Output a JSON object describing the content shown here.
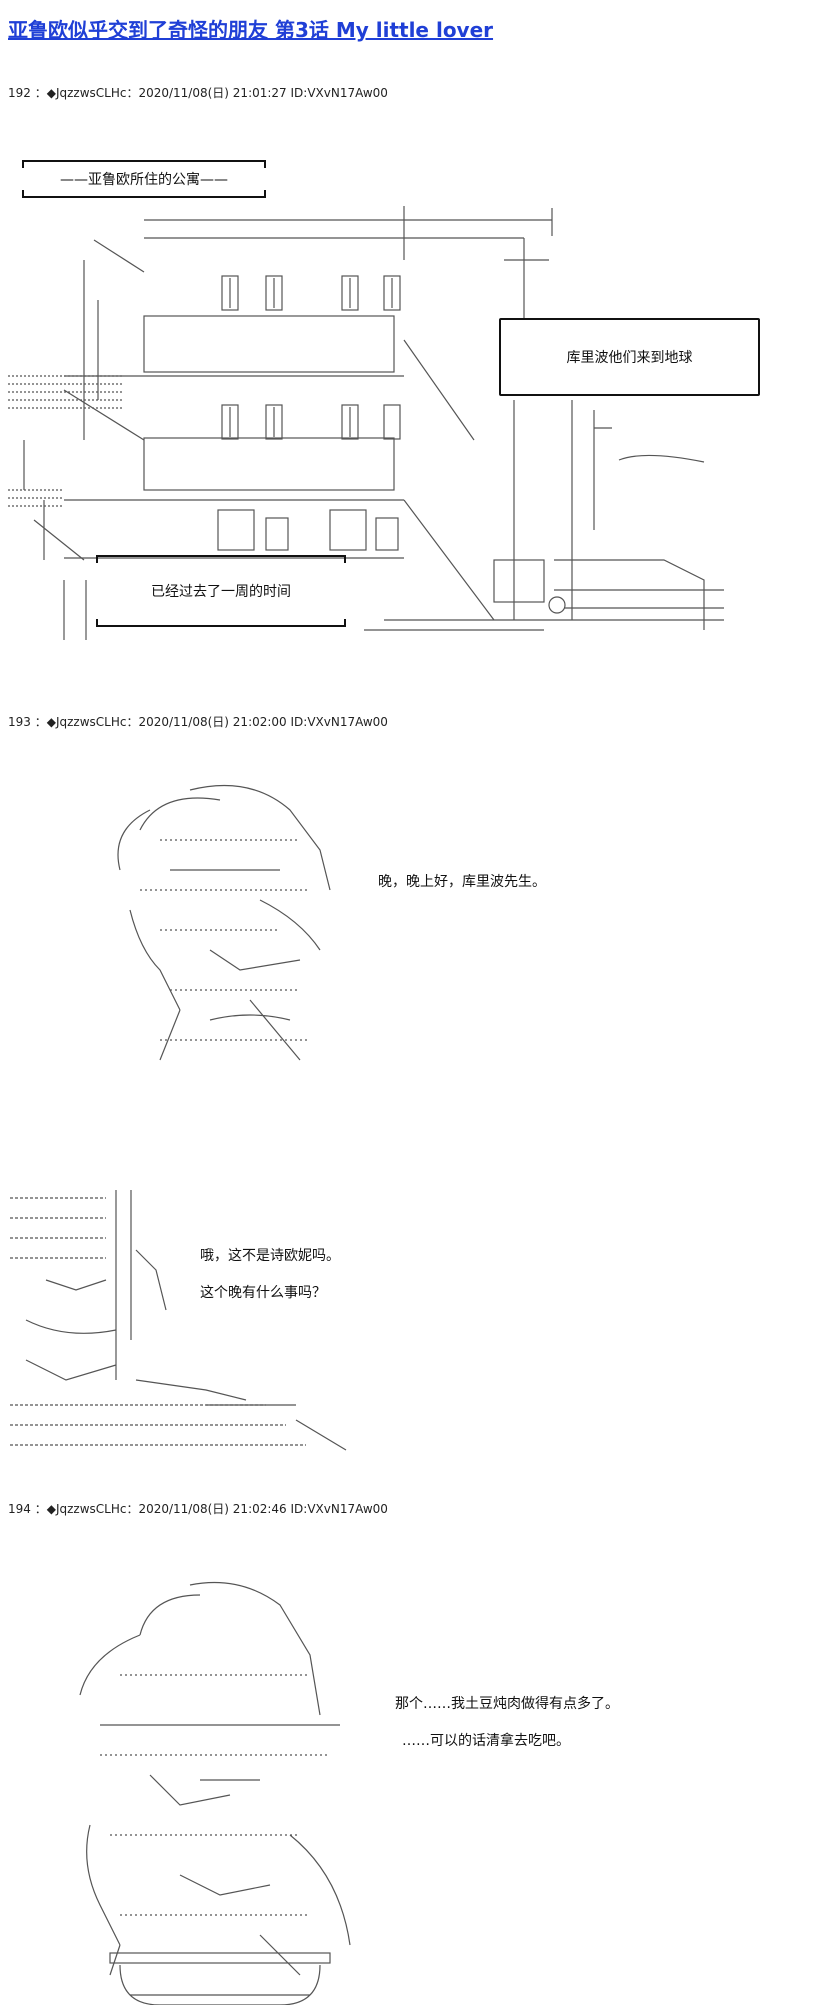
{
  "page_title": "亚鲁欧似乎交到了奇怪的朋友 第3话 My little lover",
  "posts": [
    {
      "header": "192 ：◆JqzzwsCLHc：2020/11/08(日) 21:01:27 ID:VXvN17Aw00",
      "location_caption": "——亚鲁欧所住的公寓——",
      "narration_1": "库里波他们来到地球",
      "narration_2": "已经过去了一周的时间"
    },
    {
      "header": "193 ：◆JqzzwsCLHc：2020/11/08(日) 21:02:00 ID:VXvN17Aw00",
      "line_1": "晚，晚上好，库里波先生。",
      "line_2": "哦，这不是诗欧妮吗。",
      "line_3": "这个晚有什么事吗？"
    },
    {
      "header": "194 ：◆JqzzwsCLHc：2020/11/08(日) 21:02:46 ID:VXvN17Aw00",
      "line_1": "那个……我土豆炖肉做得有点多了。",
      "line_2": "……可以的话清拿去吃吧。"
    }
  ],
  "colors": {
    "title_link": "#1f3fd6",
    "text": "#111111",
    "art_gray": "#555555"
  }
}
